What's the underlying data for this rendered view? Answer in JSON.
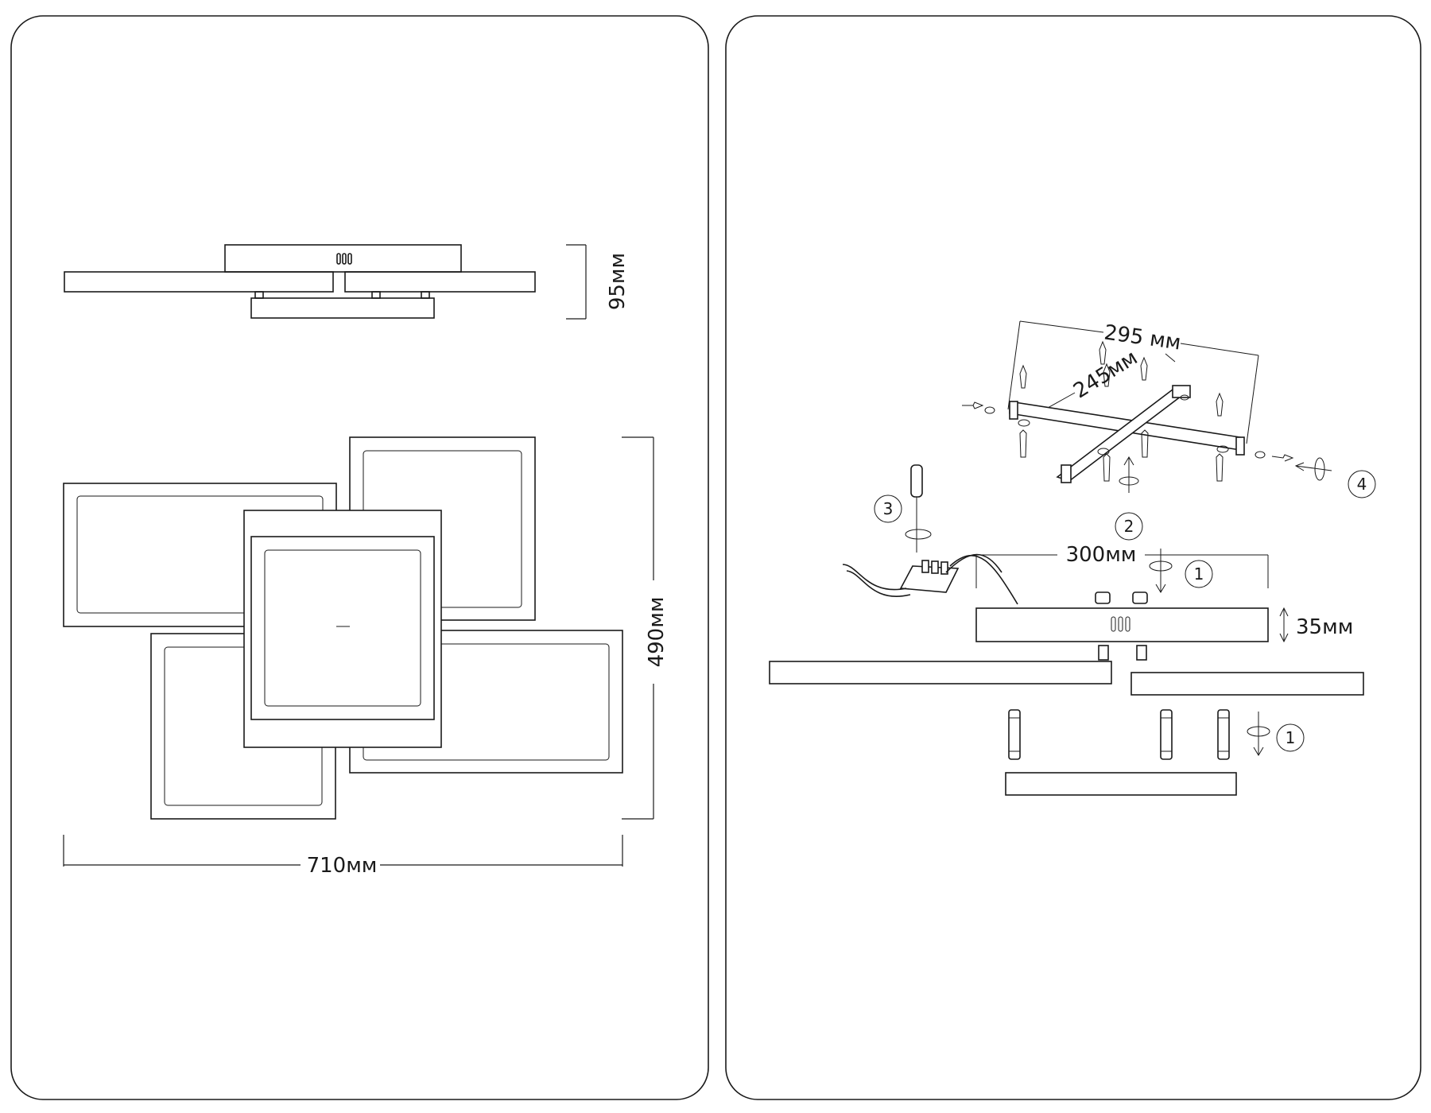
{
  "left_panel": {
    "height_label": "95мм",
    "height2_label": "490мм",
    "width_label": "710мм"
  },
  "right_panel": {
    "bracket_length_label": "295 мм",
    "bracket_inner_label": "245мм",
    "canopy_width_label": "300мм",
    "canopy_height_label": "35мм",
    "steps": [
      "1",
      "2",
      "3",
      "4",
      "1"
    ]
  }
}
